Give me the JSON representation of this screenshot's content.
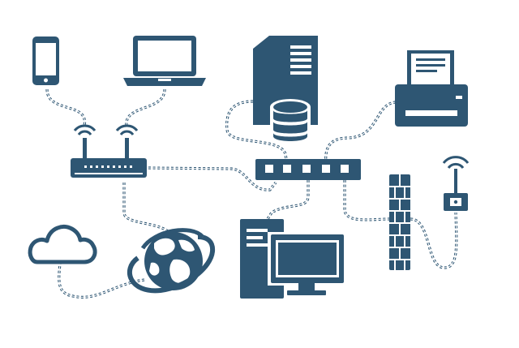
{
  "palette": {
    "device": "#2e5673",
    "background": "#ffffff"
  },
  "nodes": [
    {
      "id": "smartphone",
      "icon": "smartphone-icon"
    },
    {
      "id": "laptop",
      "icon": "laptop-icon"
    },
    {
      "id": "server",
      "icon": "server-tower-icon"
    },
    {
      "id": "database",
      "icon": "database-icon"
    },
    {
      "id": "printer",
      "icon": "printer-icon"
    },
    {
      "id": "wifi-router",
      "icon": "wifi-router-icon"
    },
    {
      "id": "network-switch",
      "icon": "network-switch-icon"
    },
    {
      "id": "firewall",
      "icon": "firewall-brick-icon"
    },
    {
      "id": "access-point",
      "icon": "wireless-access-point-icon"
    },
    {
      "id": "cloud",
      "icon": "cloud-icon"
    },
    {
      "id": "internet",
      "icon": "globe-icon"
    },
    {
      "id": "desktop-computer",
      "icon": "desktop-computer-icon"
    }
  ],
  "links": [
    {
      "from": "smartphone",
      "to": "wifi-router",
      "type": "wireless"
    },
    {
      "from": "laptop",
      "to": "wifi-router",
      "type": "wireless"
    },
    {
      "from": "wifi-router",
      "to": "network-switch",
      "type": "cable"
    },
    {
      "from": "wifi-router",
      "to": "internet",
      "type": "cable"
    },
    {
      "from": "internet",
      "to": "cloud",
      "type": "cable"
    },
    {
      "from": "server",
      "to": "network-switch",
      "type": "cable"
    },
    {
      "from": "printer",
      "to": "network-switch",
      "type": "cable"
    },
    {
      "from": "network-switch",
      "to": "desktop-computer",
      "type": "cable"
    },
    {
      "from": "network-switch",
      "to": "firewall",
      "type": "cable"
    },
    {
      "from": "firewall",
      "to": "access-point",
      "type": "cable"
    }
  ]
}
